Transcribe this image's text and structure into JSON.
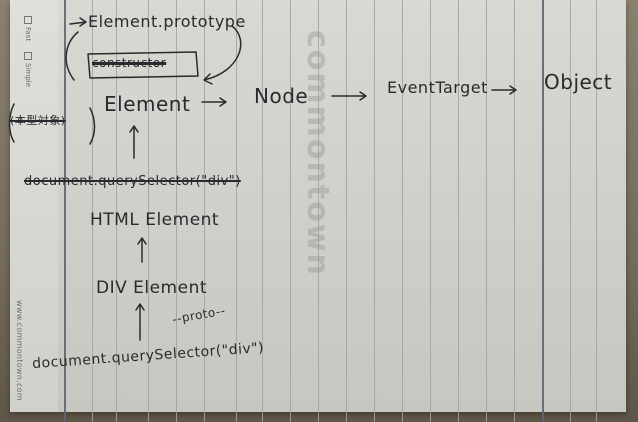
{
  "notebook": {
    "checkbox_fast": "Fast",
    "checkbox_simple": "Simple",
    "side_url": "www.commontown.com",
    "watermark": "commontown"
  },
  "notes": {
    "element_prototype": "Element.prototype",
    "crossed_constructor": "constructor",
    "element": "Element",
    "node": "Node",
    "event_target": "EventTarget",
    "object": "Object",
    "crossed_left_note": "(本型対象)",
    "crossed_query": "document.querySelector(\"div\")",
    "html_element": "HTML Element",
    "div_element": "DIV Element",
    "proto": "--proto--",
    "query_selector": "document.querySelector(\"div\")"
  },
  "colors": {
    "ink": "#2a2a2e",
    "paper": "#d3d2cc",
    "rule": "#9aa2ac"
  }
}
